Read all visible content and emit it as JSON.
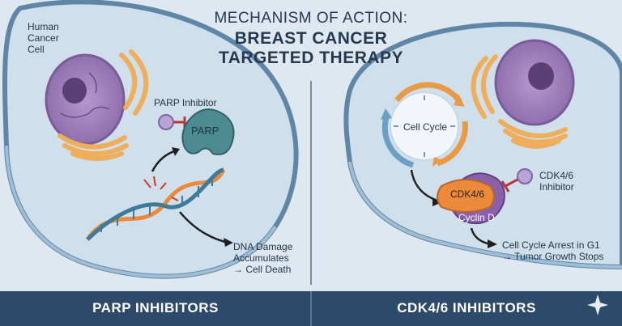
{
  "title": {
    "line1": "MECHANISM OF ACTION:",
    "line2": "BREAST CANCER",
    "line3": "TARGETED THERAPY"
  },
  "left_panel": {
    "cell_label": [
      "Human",
      "Cancer",
      "Cell"
    ],
    "inhibitor_label": "PARP Inhibitor",
    "enzyme_label": "PARP",
    "outcome": [
      "DNA Damage",
      "Accumulates",
      "→ Cell Death"
    ],
    "footer": "PARP INHIBITORS"
  },
  "right_panel": {
    "cycle_label": "Cell Cycle",
    "kinase_label": "CDK4/6",
    "cyclin_label": "Cyclin D",
    "inhibitor_label": [
      "CDK4/6",
      "Inhibitor"
    ],
    "outcome": [
      "Cell Cycle Arrest in G1",
      "→ Tumor Growth Stops"
    ],
    "footer": "CDK4/6 INHIBITORS"
  },
  "colors": {
    "background": "#dfe8f0",
    "cell_fill": "#cfe0ec",
    "cell_edge": "#5f86a6",
    "nucleus": "#9b7bb5",
    "golgi": "#eeae5c",
    "enzyme": "#4d8a91",
    "cdk": "#ec8a3c",
    "cyclin": "#8a60a8",
    "footer_band": "#2e4a6a"
  },
  "icons": [
    "sparkle-icon"
  ]
}
